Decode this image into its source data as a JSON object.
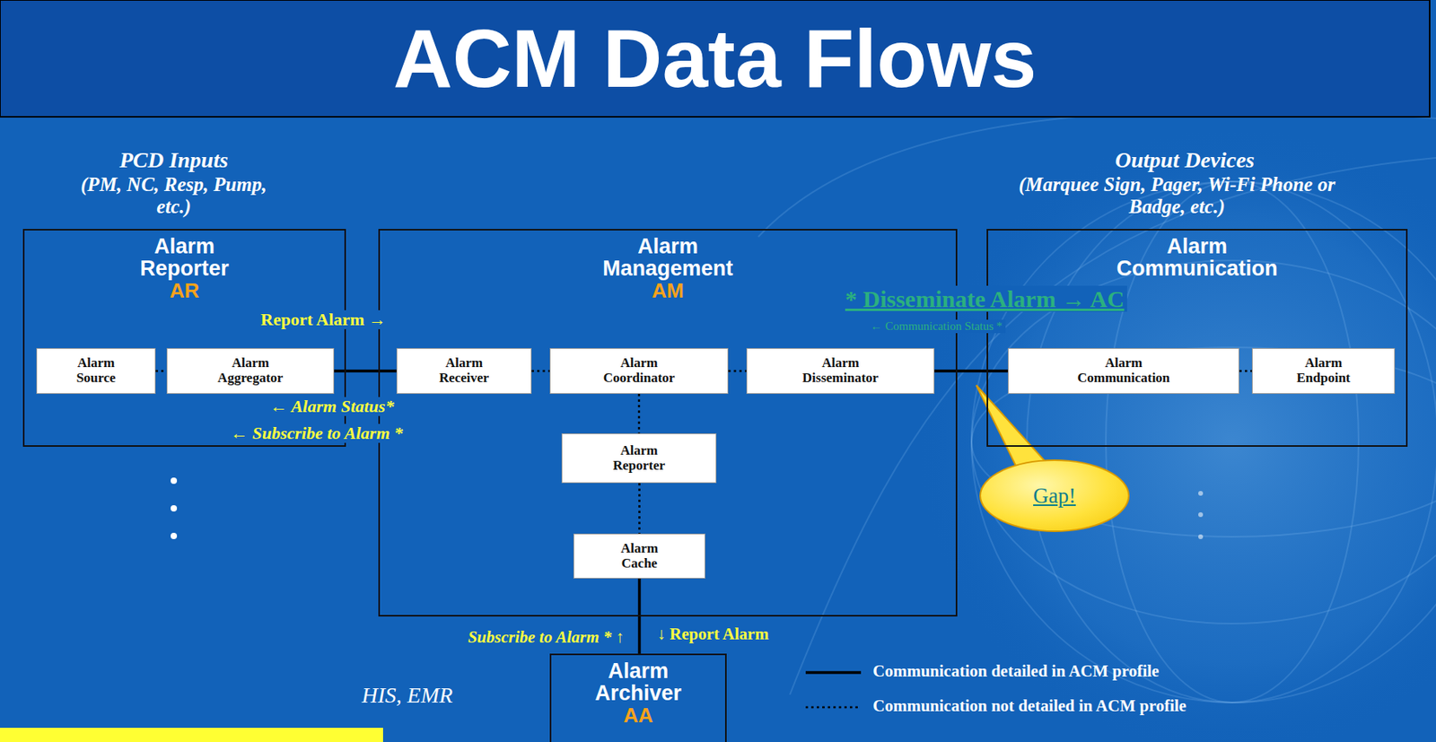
{
  "diagram": {
    "title": "ACM Data Flows",
    "nodes": [
      {
        "text": [
          "Alarm Reporter",
          "AR"
        ]
      },
      {
        "text": [
          "Alarm Source"
        ],
        "in": 0
      },
      {
        "text": [
          "Alarm Aggregator"
        ],
        "in": 0
      },
      {
        "text": [
          "Alarm Management",
          "AM"
        ]
      },
      {
        "text": [
          "Alarm Receiver"
        ],
        "in": 3
      },
      {
        "text": [
          "Alarm Coordinator"
        ],
        "in": 3
      },
      {
        "text": [
          "Alarm Disseminator"
        ],
        "in": 3
      },
      {
        "text": [
          "Alarm Reporter"
        ],
        "in": 3
      },
      {
        "text": [
          "Alarm Cache"
        ],
        "in": 3
      },
      {
        "text": [
          "Alarm Communication"
        ]
      },
      {
        "text": [
          "Alarm Communication"
        ],
        "in": 9
      },
      {
        "text": [
          "Alarm Endpoint"
        ],
        "in": 9
      },
      {
        "text": [
          "Alarm Archiver",
          "AA"
        ]
      },
      {
        "text": [
          "Gap!"
        ]
      }
    ],
    "edges": [
      {
        "from": 1,
        "to": 2,
        "arrow": "none"
      },
      {
        "from": 2,
        "to": 4,
        "arrow": "none"
      },
      {
        "from": 4,
        "to": 5,
        "arrow": "none"
      },
      {
        "from": 5,
        "to": 6,
        "arrow": "none"
      },
      {
        "from": 6,
        "to": 10,
        "arrow": "none"
      },
      {
        "from": 10,
        "to": 11,
        "arrow": "none"
      },
      {
        "from": 5,
        "to": 7,
        "arrow": "none"
      },
      {
        "from": 7,
        "to": 8,
        "arrow": "none"
      },
      {
        "from": 8,
        "to": 12,
        "arrow": "none"
      }
    ],
    "labels": [
      "PCD Inputs",
      "(PM, NC, Resp, Pump, etc.)",
      "Output Devices",
      "(Marquee Sign, Pager, Wi-Fi Phone or Badge, etc.)",
      "Report Alarm →",
      "← Alarm Status*",
      "← Subscribe to Alarm *",
      "* Disseminate Alarm → AC",
      "← Communication Status *",
      "Subscribe to Alarm * ↑",
      "↓ Report Alarm",
      "HIS, EMR"
    ],
    "legend": [
      {
        "text": "Communication detailed in ACM profile"
      },
      {
        "text": "Communication not detailed in ACM profile"
      }
    ]
  }
}
